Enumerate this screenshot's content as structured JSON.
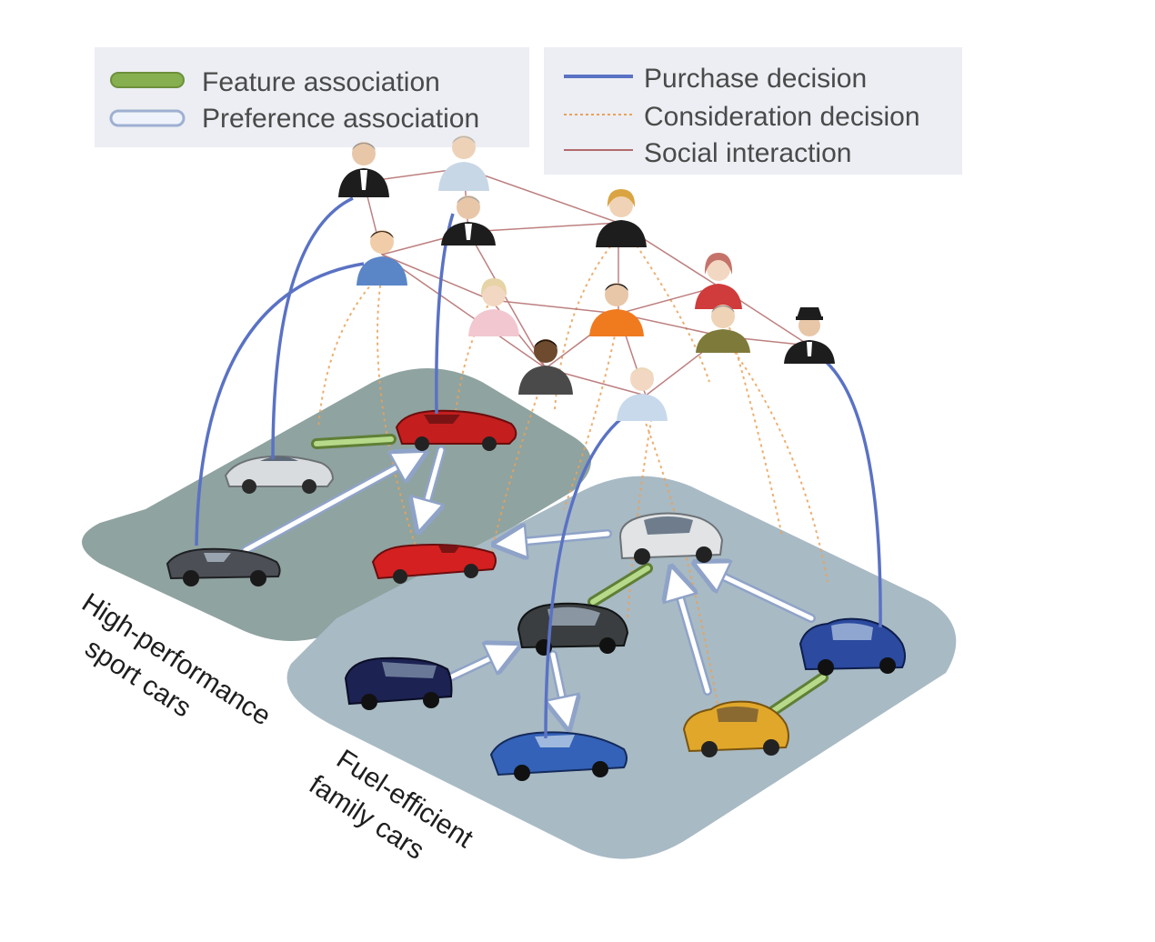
{
  "legend": {
    "feature_association": "Feature association",
    "preference_association": "Preference association",
    "purchase_decision": "Purchase decision",
    "consideration_decision": "Consideration decision",
    "social_interaction": "Social interaction"
  },
  "regions": {
    "sport": {
      "line1": "High-performance",
      "line2": "sport cars"
    },
    "family": {
      "line1": "Fuel-efficient",
      "line2": "family cars"
    }
  },
  "colors": {
    "purchase": "#5a72c4",
    "consideration": "#e9a25a",
    "social": "#b26a6a",
    "feature": "#86b04f",
    "preference": "#9eb0d2",
    "sport_region": "#8fa3a0",
    "family_region": "#a8bac4"
  },
  "icons": {
    "people": [
      "person-icon",
      "person-icon",
      "person-icon",
      "person-icon",
      "person-icon",
      "person-icon",
      "person-icon",
      "person-icon",
      "person-icon",
      "person-icon",
      "person-icon",
      "person-icon",
      "police-officer-icon"
    ],
    "cars": [
      "silver-sports-car-icon",
      "red-convertible-icon",
      "dark-roadster-icon",
      "red-roadster-icon",
      "silver-hatchback-icon",
      "dark-sedan-icon",
      "navy-minivan-icon",
      "blue-coupe-icon",
      "yellow-classic-car-icon",
      "blue-vintage-car-icon"
    ]
  }
}
